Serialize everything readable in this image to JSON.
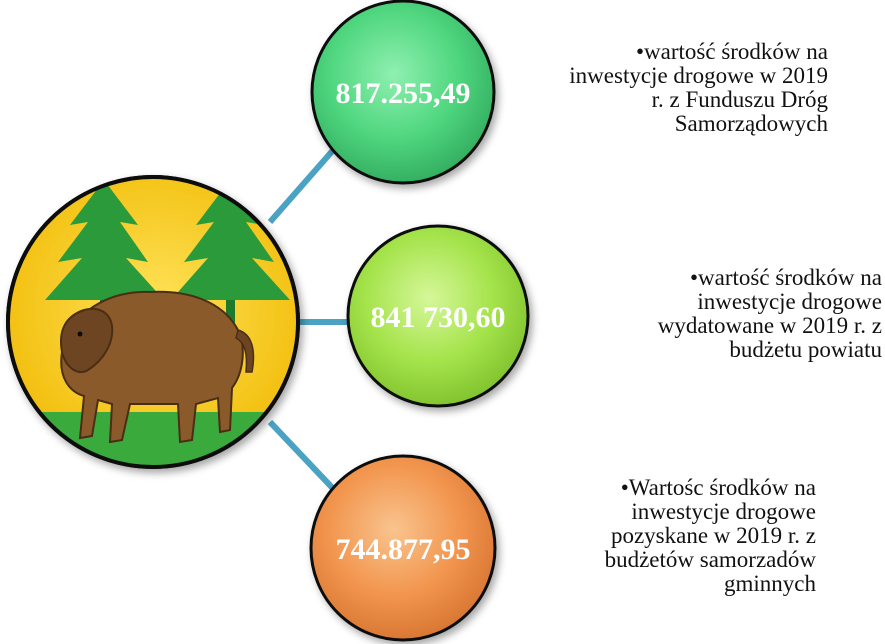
{
  "nodes": [
    {
      "value": "817.255,49",
      "color": "#4fd67e",
      "description_lines": [
        "•wartość środków na",
        "inwestycje drogowe w 2019",
        "r. z Funduszu Dróg",
        "Samorządowych"
      ]
    },
    {
      "value": "841 730,60",
      "color": "#a4e34a",
      "description_lines": [
        "•wartość środków na",
        "inwestycje drogowe",
        "wydatowane w 2019 r. z",
        "budżetu powiatu"
      ]
    },
    {
      "value": "744.877,95",
      "color": "#f2954e",
      "description_lines": [
        "•Wartośc środków na",
        "inwestycje drogowe",
        "pozyskane w 2019 r. z",
        "budżetów samorzadów",
        "gminnych"
      ]
    }
  ],
  "connector_color": "#4aa3c3",
  "emblem": {
    "name": "county-coat-of-arms",
    "colors": {
      "field": "#f5c400",
      "trees": "#2a9a3a",
      "ground": "#3aaa3c",
      "bison": "#8b5a2b",
      "rim": "#111111"
    }
  }
}
